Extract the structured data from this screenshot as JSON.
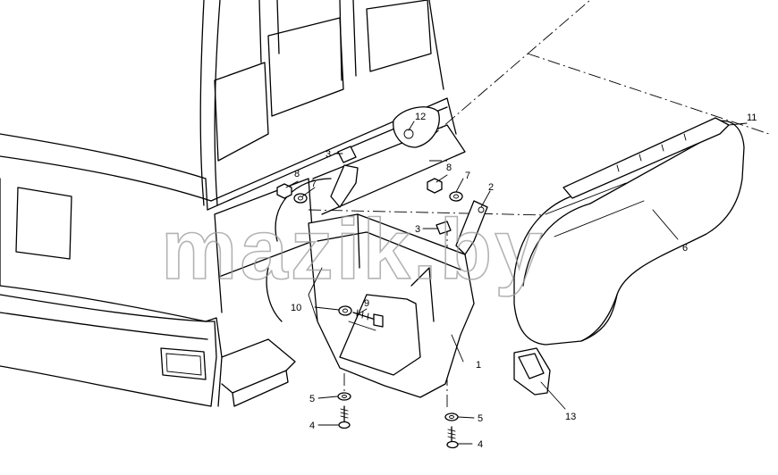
{
  "watermark": "mazik.by",
  "callouts": [
    {
      "id": "c1",
      "label": "1"
    },
    {
      "id": "c2",
      "label": "2"
    },
    {
      "id": "c3a",
      "label": "3"
    },
    {
      "id": "c3b",
      "label": "3"
    },
    {
      "id": "c4a",
      "label": "4"
    },
    {
      "id": "c4b",
      "label": "4"
    },
    {
      "id": "c5a",
      "label": "5"
    },
    {
      "id": "c5b",
      "label": "5"
    },
    {
      "id": "c6",
      "label": "6"
    },
    {
      "id": "c7a",
      "label": "7"
    },
    {
      "id": "c7b",
      "label": "7"
    },
    {
      "id": "c8a",
      "label": "8"
    },
    {
      "id": "c8b",
      "label": "8"
    },
    {
      "id": "c9",
      "label": "9"
    },
    {
      "id": "c10",
      "label": "10"
    },
    {
      "id": "c11",
      "label": "11"
    },
    {
      "id": "c12",
      "label": "12"
    },
    {
      "id": "c13",
      "label": "13"
    }
  ]
}
